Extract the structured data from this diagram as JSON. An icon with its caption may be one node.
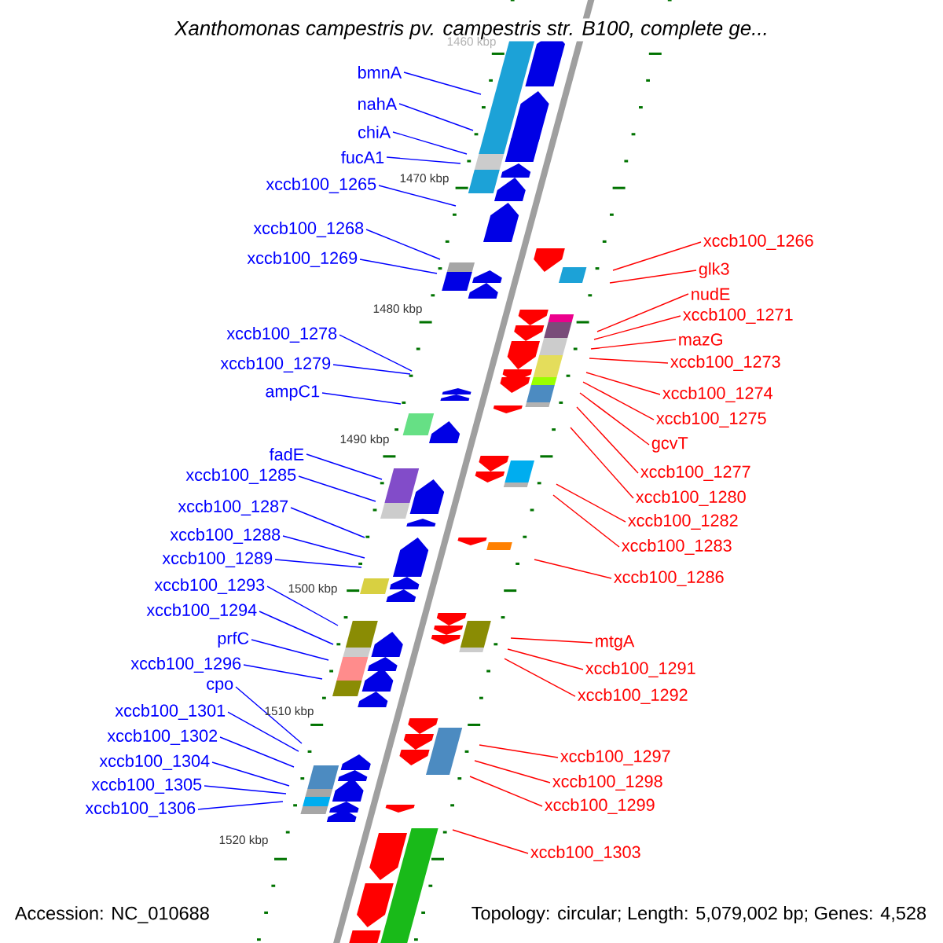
{
  "diagram": {
    "title": "Xanthomonas campestris pv. campestris str. B100, complete ge...",
    "nodes": [
      {
        "text": [
          "bmnA"
        ]
      },
      {
        "text": [
          "nahA"
        ]
      },
      {
        "text": [
          "chiA"
        ]
      },
      {
        "text": [
          "fucA1"
        ]
      },
      {
        "text": [
          "xccb100_1265"
        ]
      },
      {
        "text": [
          "xccb100_1266"
        ]
      },
      {
        "text": [
          "xccb100_1268"
        ]
      },
      {
        "text": [
          "glk3"
        ]
      },
      {
        "text": [
          "xccb100_1269"
        ]
      },
      {
        "text": [
          "nudE"
        ]
      },
      {
        "text": [
          "xccb100_1271"
        ]
      },
      {
        "text": [
          "xccb100_1278"
        ]
      },
      {
        "text": [
          "mazG"
        ]
      },
      {
        "text": [
          "xccb100_1273"
        ]
      },
      {
        "text": [
          "xccb100_1279"
        ]
      },
      {
        "text": [
          "ampC1"
        ]
      },
      {
        "text": [
          "xccb100_1274"
        ]
      },
      {
        "text": [
          "xccb100_1275"
        ]
      },
      {
        "text": [
          "gcvT"
        ]
      },
      {
        "text": [
          "fadE"
        ]
      },
      {
        "text": [
          "xccb100_1277"
        ]
      },
      {
        "text": [
          "xccb100_1285"
        ]
      },
      {
        "text": [
          "xccb100_1280"
        ]
      },
      {
        "text": [
          "xccb100_1287"
        ]
      },
      {
        "text": [
          "xccb100_1282"
        ]
      },
      {
        "text": [
          "xccb100_1288"
        ]
      },
      {
        "text": [
          "xccb100_1283"
        ]
      },
      {
        "text": [
          "xccb100_1289"
        ]
      },
      {
        "text": [
          "xccb100_1286"
        ]
      },
      {
        "text": [
          "xccb100_1293"
        ]
      },
      {
        "text": [
          "xccb100_1294"
        ]
      },
      {
        "text": [
          "prfC"
        ]
      },
      {
        "text": [
          "mtgA"
        ]
      },
      {
        "text": [
          "xccb100_1296"
        ]
      },
      {
        "text": [
          "xccb100_1291"
        ]
      },
      {
        "text": [
          "cpo"
        ]
      },
      {
        "text": [
          "xccb100_1292"
        ]
      },
      {
        "text": [
          "xccb100_1301"
        ]
      },
      {
        "text": [
          "xccb100_1302"
        ]
      },
      {
        "text": [
          "xccb100_1297"
        ]
      },
      {
        "text": [
          "xccb100_1304"
        ]
      },
      {
        "text": [
          "xccb100_1298"
        ]
      },
      {
        "text": [
          "xccb100_1305"
        ]
      },
      {
        "text": [
          "xccb100_1299"
        ]
      },
      {
        "text": [
          "xccb100_1306"
        ]
      },
      {
        "text": [
          "xccb100_1303"
        ]
      }
    ],
    "edges": [
      {
        "from": 0,
        "to": null,
        "arrow": "none"
      },
      {
        "from": 1,
        "to": null,
        "arrow": "none"
      },
      {
        "from": 2,
        "to": null,
        "arrow": "none"
      },
      {
        "from": 3,
        "to": null,
        "arrow": "none"
      },
      {
        "from": 4,
        "to": null,
        "arrow": "none"
      },
      {
        "from": 5,
        "to": null,
        "arrow": "none",
        "color": "#ff0000"
      },
      {
        "from": 6,
        "to": null,
        "arrow": "none"
      },
      {
        "from": 7,
        "to": null,
        "arrow": "none",
        "color": "#ff0000"
      },
      {
        "from": 8,
        "to": null,
        "arrow": "none"
      },
      {
        "from": 9,
        "to": null,
        "arrow": "none",
        "color": "#ff0000"
      },
      {
        "from": 10,
        "to": null,
        "arrow": "none",
        "color": "#ff0000"
      },
      {
        "from": 11,
        "to": null,
        "arrow": "none"
      },
      {
        "from": 12,
        "to": null,
        "arrow": "none",
        "color": "#ff0000"
      },
      {
        "from": 13,
        "to": null,
        "arrow": "none",
        "color": "#ff0000"
      },
      {
        "from": 14,
        "to": null,
        "arrow": "none"
      },
      {
        "from": 15,
        "to": null,
        "arrow": "none"
      },
      {
        "from": 16,
        "to": null,
        "arrow": "none",
        "color": "#ff0000"
      },
      {
        "from": 17,
        "to": null,
        "arrow": "none",
        "color": "#ff0000"
      },
      {
        "from": 18,
        "to": null,
        "arrow": "none",
        "color": "#ff0000"
      },
      {
        "from": 19,
        "to": null,
        "arrow": "none"
      },
      {
        "from": 20,
        "to": null,
        "arrow": "none",
        "color": "#ff0000"
      },
      {
        "from": 21,
        "to": null,
        "arrow": "none"
      },
      {
        "from": 22,
        "to": null,
        "arrow": "none",
        "color": "#ff0000"
      },
      {
        "from": 23,
        "to": null,
        "arrow": "none"
      },
      {
        "from": 24,
        "to": null,
        "arrow": "none",
        "color": "#ff0000"
      },
      {
        "from": 25,
        "to": null,
        "arrow": "none"
      },
      {
        "from": 26,
        "to": null,
        "arrow": "none",
        "color": "#ff0000"
      },
      {
        "from": 27,
        "to": null,
        "arrow": "none"
      },
      {
        "from": 28,
        "to": null,
        "arrow": "none",
        "color": "#ff0000"
      },
      {
        "from": 29,
        "to": null,
        "arrow": "none"
      },
      {
        "from": 30,
        "to": null,
        "arrow": "none"
      },
      {
        "from": 31,
        "to": null,
        "arrow": "none"
      },
      {
        "from": 32,
        "to": null,
        "arrow": "none",
        "color": "#ff0000"
      },
      {
        "from": 33,
        "to": null,
        "arrow": "none"
      },
      {
        "from": 34,
        "to": null,
        "arrow": "none",
        "color": "#ff0000"
      },
      {
        "from": 35,
        "to": null,
        "arrow": "none"
      },
      {
        "from": 36,
        "to": null,
        "arrow": "none",
        "color": "#ff0000"
      },
      {
        "from": 37,
        "to": null,
        "arrow": "none"
      },
      {
        "from": 38,
        "to": null,
        "arrow": "none"
      },
      {
        "from": 39,
        "to": null,
        "arrow": "none",
        "color": "#ff0000"
      },
      {
        "from": 40,
        "to": null,
        "arrow": "none"
      },
      {
        "from": 41,
        "to": null,
        "arrow": "none",
        "color": "#ff0000"
      },
      {
        "from": 42,
        "to": null,
        "arrow": "none"
      },
      {
        "from": 43,
        "to": null,
        "arrow": "none",
        "color": "#ff0000"
      },
      {
        "from": 44,
        "to": null,
        "arrow": "none"
      },
      {
        "from": 45,
        "to": null,
        "arrow": "none",
        "color": "#ff0000"
      }
    ],
    "labels": [
      "1460 kbp",
      "1470 kbp",
      "1480 kbp",
      "1490 kbp",
      "1500 kbp",
      "1510 kbp",
      "1520 kbp",
      "Accession: NC_010688",
      "Topology: circular; Length: 5,079,002 bp; Genes: 4,528"
    ]
  }
}
